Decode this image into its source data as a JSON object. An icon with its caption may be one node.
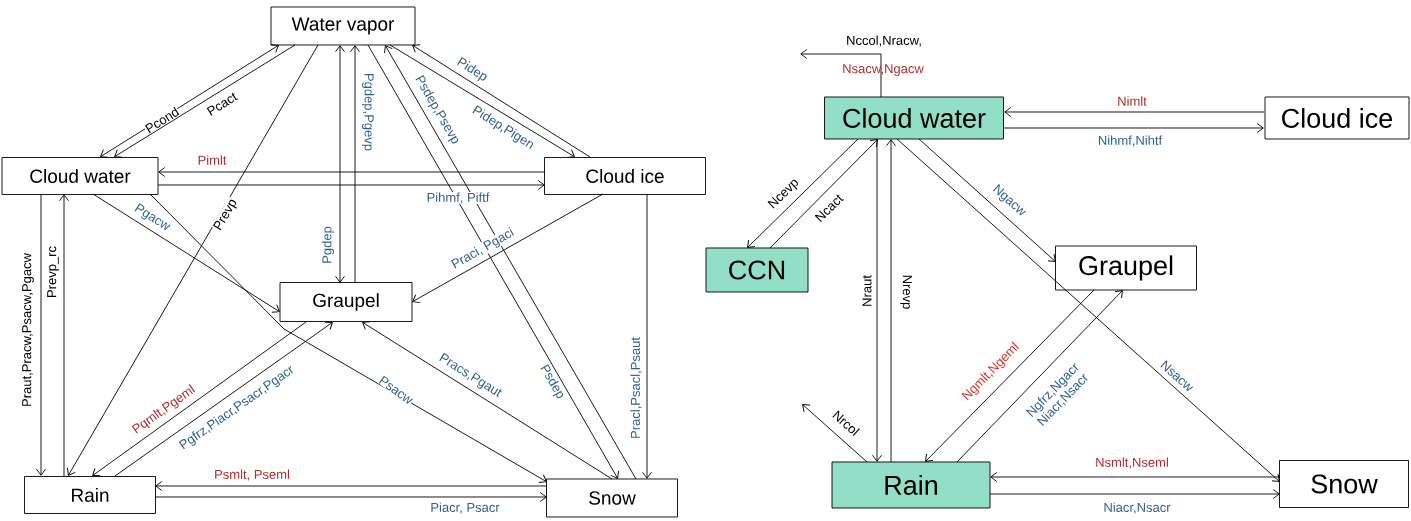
{
  "diagram": {
    "nodes": [
      {
        "text": [
          "Water vapor"
        ]
      },
      {
        "text": [
          "Cloud water"
        ]
      },
      {
        "text": [
          "Cloud ice"
        ]
      },
      {
        "text": [
          "Graupel"
        ]
      },
      {
        "text": [
          "Rain"
        ]
      },
      {
        "text": [
          "Snow"
        ]
      },
      {
        "text": [
          "Cloud water"
        ]
      },
      {
        "text": [
          "Cloud ice"
        ]
      },
      {
        "text": [
          "CCN"
        ]
      },
      {
        "text": [
          "Graupel"
        ]
      },
      {
        "text": [
          "Rain"
        ]
      },
      {
        "text": [
          "Snow"
        ]
      }
    ],
    "edges": [
      {
        "from": 1,
        "to": 0,
        "arrow": "both",
        "label": "Pcond"
      },
      {
        "from": 0,
        "to": 1,
        "arrow": "to",
        "label": "Pcact"
      },
      {
        "from": 2,
        "to": 1,
        "arrow": "to",
        "label": "Pimlt"
      },
      {
        "from": 1,
        "to": 2,
        "arrow": "to",
        "label": "Pihmf, Piftf"
      },
      {
        "from": 0,
        "to": 4,
        "arrow": "to",
        "label": "Prevp"
      },
      {
        "from": 1,
        "to": 4,
        "arrow": "to",
        "label": "Praut,Pracw,Psacw,Pgacw"
      },
      {
        "from": 4,
        "to": 1,
        "arrow": "to",
        "label": "Prevp_rc"
      },
      {
        "from": 1,
        "to": 3,
        "arrow": "to",
        "label": "Pgacw"
      },
      {
        "from": 1,
        "to": 5,
        "arrow": "to",
        "label": "Psacw"
      },
      {
        "from": 3,
        "to": 0,
        "arrow": "to",
        "label": "Pgdep,Pgevp"
      },
      {
        "from": 0,
        "to": 3,
        "arrow": "both",
        "label": "Pgdep"
      },
      {
        "from": 2,
        "to": 3,
        "arrow": "to",
        "label": "Praci, Pgaci"
      },
      {
        "from": 0,
        "to": 5,
        "arrow": "to",
        "label": "Psdep"
      },
      {
        "from": 5,
        "to": 0,
        "arrow": "to",
        "label": "Psdep,Psevp"
      },
      {
        "from": 2,
        "to": 0,
        "arrow": "to",
        "label": "Pidep"
      },
      {
        "from": 0,
        "to": 2,
        "arrow": "to",
        "label": "Pidep,Pigen"
      },
      {
        "from": 2,
        "to": 5,
        "arrow": "to",
        "label": "Pracl,Psacl,Psaut"
      },
      {
        "from": 3,
        "to": 4,
        "arrow": "to",
        "label": "Pqmlt,Pgeml"
      },
      {
        "from": 4,
        "to": 3,
        "arrow": "to",
        "label": "Pgfrz,Piacr,Psacr,Pgacr"
      },
      {
        "from": 5,
        "to": 3,
        "arrow": "to",
        "label": "Pracs,Pgaut"
      },
      {
        "from": 5,
        "to": 4,
        "arrow": "to",
        "label": "Psmlt, Pseml"
      },
      {
        "from": 4,
        "to": 5,
        "arrow": "to",
        "label": "Piacr, Psacr"
      },
      {
        "from": 6,
        "to": null,
        "arrow": "to",
        "label": "Nccol,Nracw,"
      },
      {
        "from": 7,
        "to": 6,
        "arrow": "to",
        "label": "Nimlt"
      },
      {
        "from": 6,
        "to": 7,
        "arrow": "to",
        "label": "Nihmf,Nihtf"
      },
      {
        "from": 6,
        "to": 8,
        "arrow": "to",
        "label": "Ncevp"
      },
      {
        "from": 8,
        "to": 6,
        "arrow": "to",
        "label": "Ncact"
      },
      {
        "from": 6,
        "to": 10,
        "arrow": "to",
        "label": "Nraut"
      },
      {
        "from": 10,
        "to": 6,
        "arrow": "to",
        "label": "Nrevp"
      },
      {
        "from": 6,
        "to": 9,
        "arrow": "to",
        "label": "Ngacw"
      },
      {
        "from": 6,
        "to": 11,
        "arrow": "to",
        "label": "Nsacw"
      },
      {
        "from": 9,
        "to": 10,
        "arrow": "to",
        "label": "Ngmlt,Ngeml"
      },
      {
        "from": 10,
        "to": 9,
        "arrow": "to",
        "label": "Ngfrz,Ngacr Niacr,Nsacr"
      },
      {
        "from": 10,
        "to": null,
        "arrow": "to",
        "label": "Nrcol"
      },
      {
        "from": 11,
        "to": 10,
        "arrow": "to",
        "label": "Nsmlt,Nseml"
      },
      {
        "from": 10,
        "to": 11,
        "arrow": "to",
        "label": "Niacr,Nsacr"
      }
    ],
    "labels": [
      "Nsacw,Ngacw"
    ]
  }
}
